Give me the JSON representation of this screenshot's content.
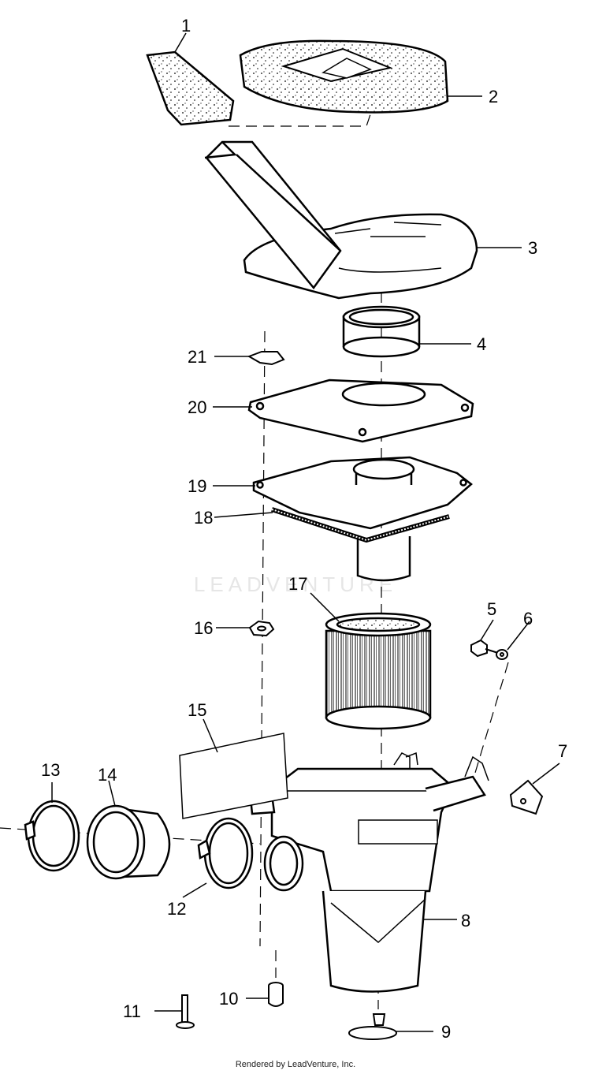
{
  "diagram": {
    "watermark": "LEADVENTURE",
    "footer": "Rendered by LeadVenture, Inc.",
    "callouts": [
      "1",
      "2",
      "3",
      "4",
      "5",
      "6",
      "7",
      "8",
      "9",
      "10",
      "11",
      "12",
      "13",
      "14",
      "15",
      "16",
      "17",
      "18",
      "19",
      "20",
      "21"
    ]
  }
}
